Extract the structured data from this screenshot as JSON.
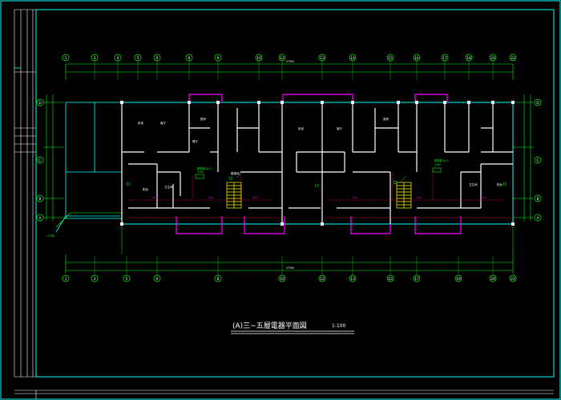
{
  "drawing": {
    "title": "(A)三~五層電器平面図",
    "scale": "1:100"
  },
  "axes": {
    "top_numbers": [
      "1",
      "3",
      "4",
      "5",
      "6",
      "8",
      "9",
      "10",
      "12",
      "13",
      "14",
      "15",
      "16",
      "17",
      "18",
      "20",
      "22"
    ],
    "bottom_numbers": [
      "1",
      "3",
      "5",
      "6",
      "8",
      "10",
      "12",
      "13",
      "15",
      "17",
      "19",
      "20",
      "22"
    ],
    "left_letters": [
      "D",
      "C",
      "B",
      "A"
    ],
    "right_letters": [
      "D",
      "C",
      "B",
      "A"
    ]
  },
  "dimensions": {
    "top_overall": "37500",
    "bottom_overall": "37500"
  },
  "panels": [
    {
      "id": "AP-1",
      "name": "配电箱 AL-1",
      "note": "1200"
    },
    {
      "id": "AP-2",
      "name": "配电箱 AL-2",
      "note": "1200"
    }
  ],
  "rooms": [
    "卧室",
    "客厅",
    "厨房",
    "卫生间",
    "餐厅",
    "阳台",
    "楼梯间",
    "卧室",
    "客厅",
    "厨房",
    "卫生间",
    "阳台"
  ],
  "notes": {
    "exterior_label": "入户线"
  },
  "colors": {
    "background": "#000000",
    "axis_lines": "#00ff00",
    "walls": "#ffffff",
    "frame": "#00ffff",
    "balcony": "#ff00ff",
    "stair": "#ffff00",
    "dimension": "#00ff00",
    "circuits": "#ff0000"
  }
}
